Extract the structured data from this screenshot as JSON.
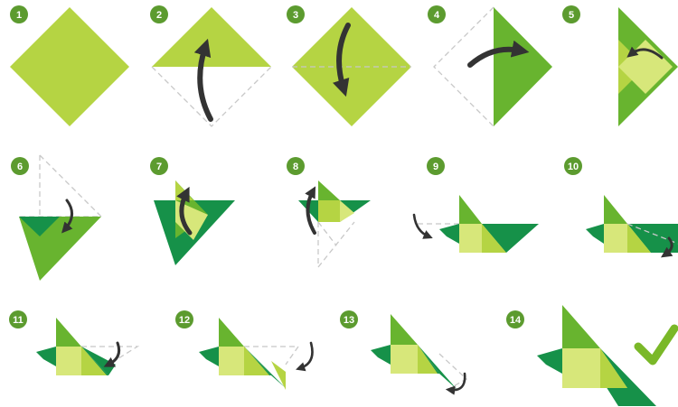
{
  "colors": {
    "light_green": "#b5d443",
    "pale_green": "#d7e77a",
    "mid_green": "#68b42f",
    "dark_green": "#169149",
    "badge_green": "#5c9b2f",
    "arrow": "#333333",
    "check": "#7ab828"
  },
  "steps": [
    {
      "number": "1"
    },
    {
      "number": "2"
    },
    {
      "number": "3"
    },
    {
      "number": "4"
    },
    {
      "number": "5"
    },
    {
      "number": "6"
    },
    {
      "number": "7"
    },
    {
      "number": "8"
    },
    {
      "number": "9"
    },
    {
      "number": "10"
    },
    {
      "number": "11"
    },
    {
      "number": "12"
    },
    {
      "number": "13"
    },
    {
      "number": "14"
    }
  ],
  "icons": {
    "fold_arrow": "curved-arrow-icon",
    "done": "checkmark-icon"
  }
}
